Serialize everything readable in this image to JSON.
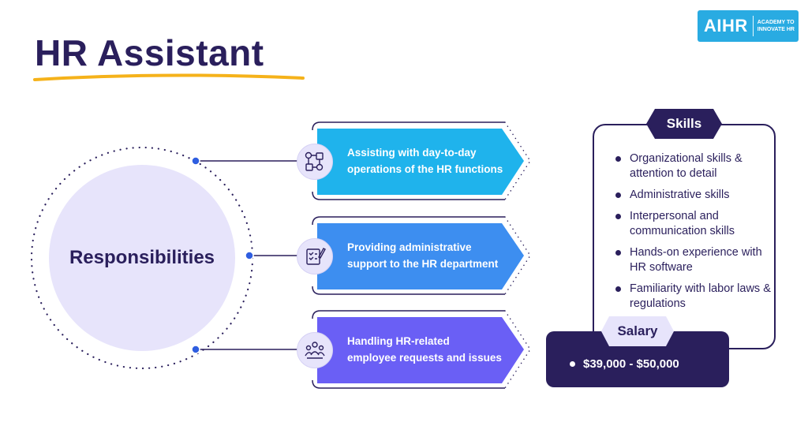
{
  "title": "HR Assistant",
  "logo": {
    "main": "AIHR",
    "sub_line1": "ACADEMY TO",
    "sub_line2": "INNOVATE HR"
  },
  "center_label": "Responsibilities",
  "responsibilities": [
    {
      "line1": "Assisting with day-to-day",
      "line2": "operations of the HR functions",
      "color": "#1fb3ec",
      "icon": "hr-operations-icon"
    },
    {
      "line1": "Providing administrative",
      "line2": "support to the HR department",
      "color": "#3d8ef0",
      "icon": "admin-checklist-icon"
    },
    {
      "line1": "Handling HR-related",
      "line2": "employee requests and issues",
      "color": "#6a5ff5",
      "icon": "employee-group-icon"
    }
  ],
  "skills": {
    "label": "Skills",
    "items": [
      "Organizational skills & attention to detail",
      "Administrative skills",
      "Interpersonal and communication skills",
      "Hands-on experience with HR software",
      "Familiarity with labor laws & regulations"
    ]
  },
  "salary": {
    "label": "Salary",
    "value": "$39,000 - $50,000"
  },
  "colors": {
    "navy": "#2a1f5c",
    "lavender": "#e7e4fb",
    "accent_yellow": "#f5b21a",
    "connector_blue": "#2f5ee0"
  }
}
